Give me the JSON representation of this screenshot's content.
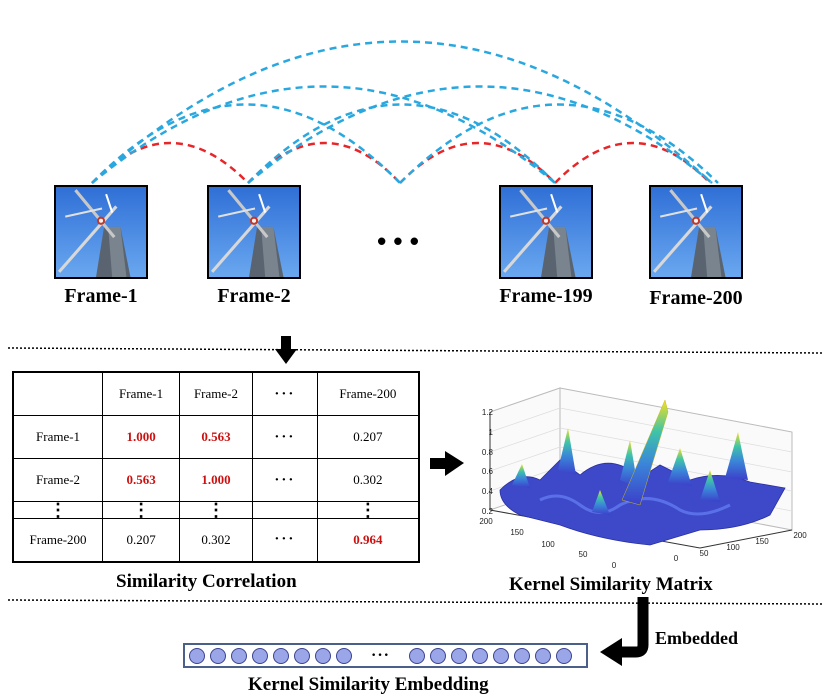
{
  "frames": [
    {
      "label": "Frame-1"
    },
    {
      "label": "Frame-2"
    },
    {
      "label": "Frame-199"
    },
    {
      "label": "Frame-200"
    }
  ],
  "frames_ellipsis": "• • •",
  "table": {
    "header": [
      "",
      "Frame-1",
      "Frame-2",
      "···",
      "Frame-200"
    ],
    "rows": [
      [
        "Frame-1",
        "1.000",
        "0.563",
        "···",
        "0.207"
      ],
      [
        "Frame-2",
        "0.563",
        "1.000",
        "···",
        "0.302"
      ],
      [
        "⋮",
        "⋮",
        "⋮",
        "",
        "⋮"
      ],
      [
        "Frame-200",
        "0.207",
        "0.302",
        "···",
        "0.964"
      ]
    ]
  },
  "captions": {
    "similarity": "Similarity Correlation",
    "kernel_matrix": "Kernel Similarity Matrix",
    "embedding": "Kernel Similarity Embedding",
    "embedded": "Embedded"
  },
  "surface_plot": {
    "z_ticks": [
      "1.2",
      "1",
      "0.8",
      "0.6",
      "0.4",
      "0.2"
    ],
    "x_ticks": [
      "200",
      "150",
      "100",
      "50",
      "0"
    ],
    "y_ticks": [
      "0",
      "50",
      "100",
      "150",
      "200"
    ]
  },
  "embedding": {
    "left_nodes": 8,
    "right_nodes": 8,
    "ellipsis": "···"
  },
  "colors": {
    "red_arc": "#e8262a",
    "blue_arc": "#29a8e0",
    "highlight_text": "#cc1111",
    "embed_node": "#9aa6e8"
  }
}
